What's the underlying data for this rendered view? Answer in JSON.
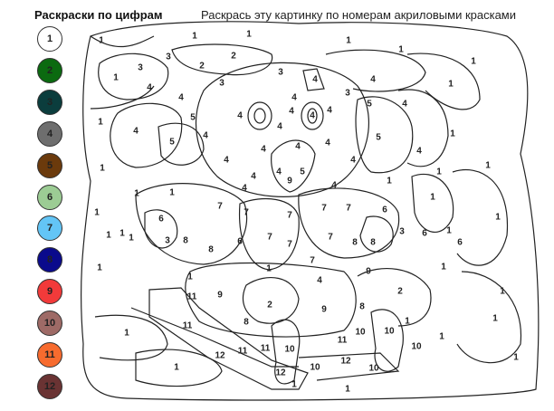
{
  "legend": {
    "title": "Раскраски по цифрам",
    "colors": [
      {
        "number": "1",
        "color": "#ffffff"
      },
      {
        "number": "2",
        "color": "#0b6a10"
      },
      {
        "number": "3",
        "color": "#0b3d3d"
      },
      {
        "number": "4",
        "color": "#6e6e6e"
      },
      {
        "number": "5",
        "color": "#6b3a0c"
      },
      {
        "number": "6",
        "color": "#9ccc94"
      },
      {
        "number": "7",
        "color": "#63c5f6"
      },
      {
        "number": "8",
        "color": "#0a0a8c"
      },
      {
        "number": "9",
        "color": "#f23a3a"
      },
      {
        "number": "10",
        "color": "#9e6a66"
      },
      {
        "number": "11",
        "color": "#f76b2e"
      },
      {
        "number": "12",
        "color": "#6a3333"
      }
    ]
  },
  "instruction": "Раскрась эту картинку по номерам акриловыми красками",
  "region_numbers": [
    "1",
    "1",
    "1",
    "1",
    "1",
    "1",
    "3",
    "2",
    "2",
    "3",
    "1",
    "4",
    "3",
    "3",
    "4",
    "4",
    "3",
    "1",
    "4",
    "4",
    "4",
    "4",
    "4",
    "4",
    "5",
    "4",
    "1",
    "5",
    "4",
    "4",
    "5",
    "4",
    "4",
    "4",
    "5",
    "1",
    "4",
    "4",
    "4",
    "5",
    "9",
    "4",
    "1",
    "1",
    "4",
    "4",
    "1",
    "1",
    "1",
    "4",
    "4",
    "1",
    "1",
    "1",
    "1",
    "1",
    "7",
    "7",
    "7",
    "7",
    "7",
    "6",
    "6",
    "1",
    "1",
    "3",
    "8",
    "8",
    "6",
    "7",
    "7",
    "7",
    "8",
    "8",
    "3",
    "6",
    "1",
    "1",
    "7",
    "6",
    "1",
    "9",
    "1",
    "11",
    "9",
    "4",
    "2",
    "1",
    "1",
    "11",
    "2",
    "9",
    "8",
    "8",
    "1",
    "11",
    "1",
    "12",
    "11",
    "10",
    "11",
    "10",
    "10",
    "1",
    "1",
    "12",
    "10",
    "10",
    "1",
    "12",
    "10",
    "1",
    "1",
    "1"
  ]
}
